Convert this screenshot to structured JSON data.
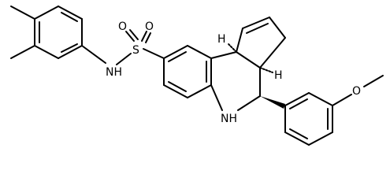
{
  "structure": {
    "atoms": {
      "sulfur": "S",
      "sulfonyl_oxygen_1": "O",
      "sulfonyl_oxygen_2": "O",
      "amide_nh": "NH",
      "ring_nh": "NH",
      "methoxy_oxygen": "O",
      "stereo_h_1": "H",
      "stereo_h_2": "H"
    },
    "colors": {
      "bond": "#000000",
      "text": "#000000",
      "background": "#ffffff"
    }
  }
}
